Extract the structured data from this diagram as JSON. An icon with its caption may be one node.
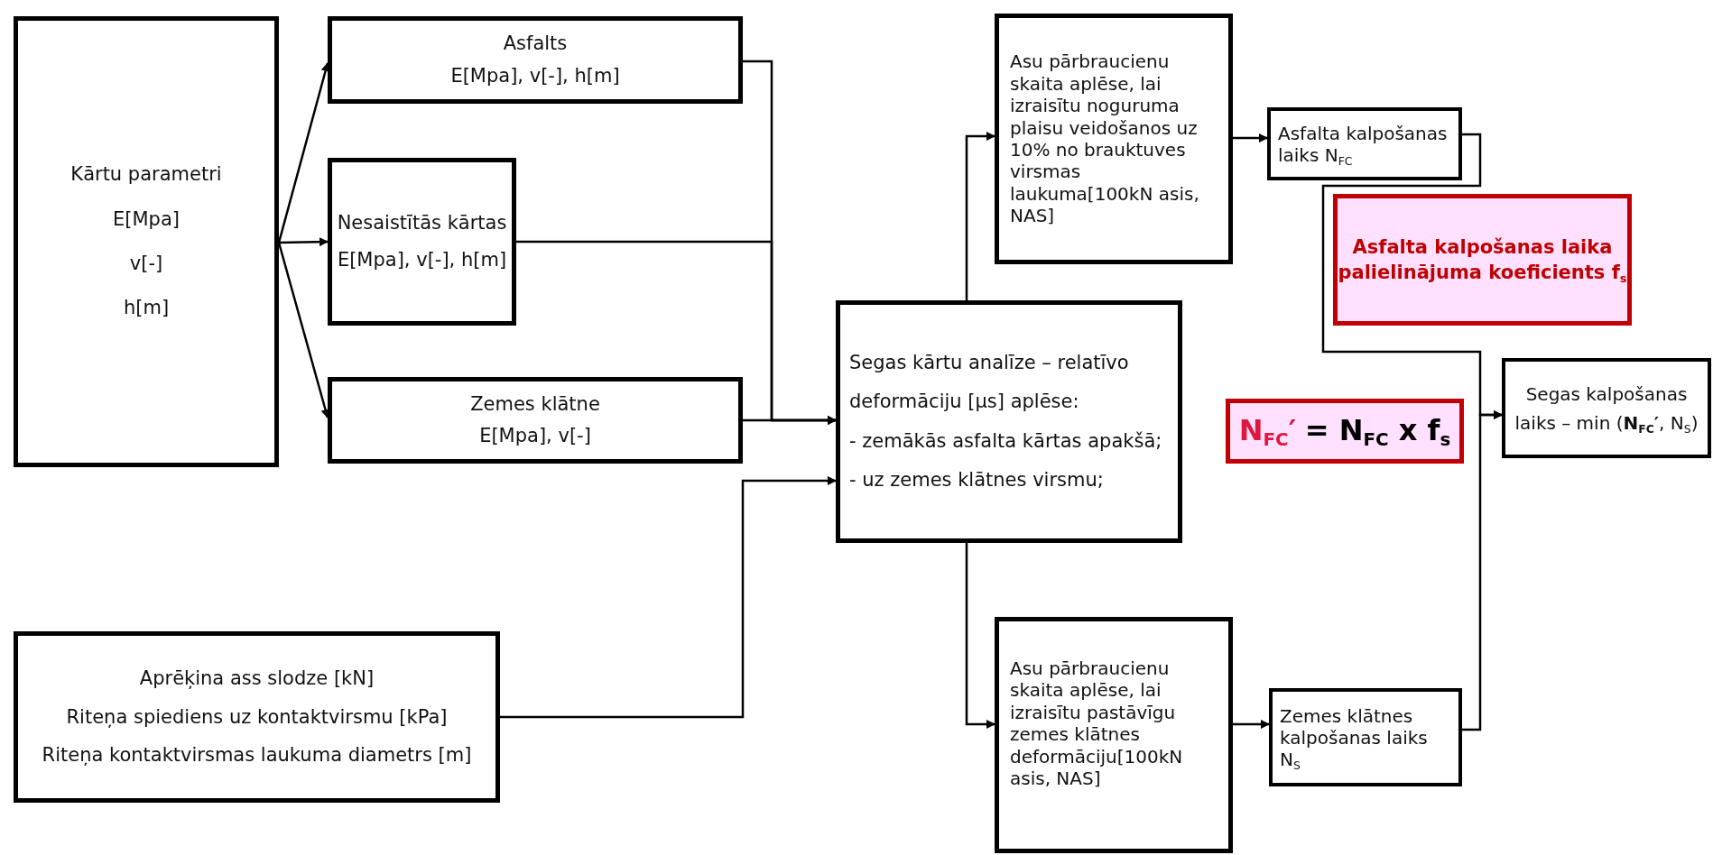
{
  "diagram": {
    "nodes": [
      {
        "text": [
          "Kārtu parametri",
          "E[Mpa]",
          "v[-]",
          "h[m]"
        ]
      },
      {
        "text": [
          "Asfalts",
          "E[Mpa], v[-], h[m]"
        ]
      },
      {
        "text": [
          "Nesaistītās kārtas",
          "E[Mpa], v[-], h[m]"
        ]
      },
      {
        "text": [
          "Zemes klātne",
          "E[Mpa], v[-]"
        ]
      },
      {
        "text": [
          "Aprēķina ass slodze [kN]",
          "Riteņa spiediens uz kontaktvirsmu [kPa]",
          "Riteņa kontaktvirsmas laukuma diametrs [m]"
        ]
      },
      {
        "text": [
          "Segas kārtu analīze – relatīvo deformāciju [μs] aplēse:",
          "- zemākās asfalta kārtas apakšā;",
          "- uz zemes klātnes virsmu;"
        ]
      },
      {
        "text": [
          "Asu pārbraucienu skaita aplēse, lai izraisītu noguruma plaisu veidošanos uz 10% no brauktuves virsmas laukuma[100kN asis, NAS]"
        ]
      },
      {
        "text": [
          "Asfalta kalpošanas laiks N$_{FC}$"
        ]
      },
      {
        "text": [
          "Asfalta kalpošanas laika palielinājuma koeficients f$_{s}$"
        ]
      },
      {
        "text": [
          "N$_{FC}$′",
          "= N$_{FC}$ x f$_{s}$"
        ]
      },
      {
        "text": [
          "Segas kalpošanas laiks – min (**N$_{FC}$′**, N$_{S}$)"
        ]
      },
      {
        "text": [
          "Asu pārbraucienu skaita aplēse, lai izraisītu pastāvīgu zemes klātnes deformāciju[100kN asis, NAS]"
        ]
      },
      {
        "text": [
          "Zemes klātnes kalpošanas laiks N$_{S}$"
        ]
      }
    ],
    "edges": [
      {
        "from": 0,
        "to": 1,
        "arrow": "to"
      },
      {
        "from": 0,
        "to": 2,
        "arrow": "to"
      },
      {
        "from": 0,
        "to": 3,
        "arrow": "to"
      },
      {
        "from": 1,
        "to": 5,
        "arrow": "to"
      },
      {
        "from": 2,
        "to": 5,
        "arrow": "to"
      },
      {
        "from": 3,
        "to": 5,
        "arrow": "to"
      },
      {
        "from": 4,
        "to": 5,
        "arrow": "to"
      },
      {
        "from": 5,
        "to": 6,
        "arrow": "to"
      },
      {
        "from": 5,
        "to": 11,
        "arrow": "to"
      },
      {
        "from": 6,
        "to": 7,
        "arrow": "to"
      },
      {
        "from": 11,
        "to": 12,
        "arrow": "to"
      },
      {
        "from": 7,
        "to": 10,
        "arrow": "to"
      },
      {
        "from": 12,
        "to": 10,
        "arrow": "to"
      }
    ]
  }
}
